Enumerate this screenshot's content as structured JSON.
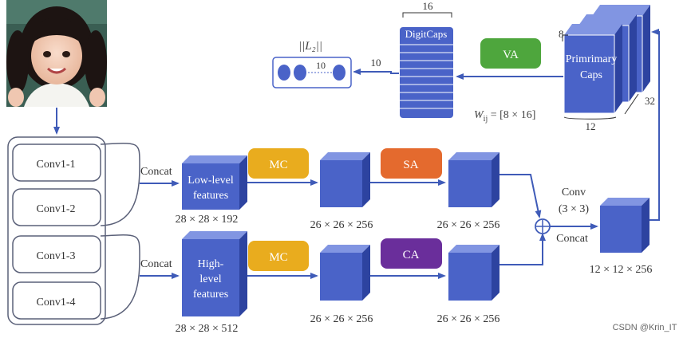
{
  "diagram": {
    "convs": [
      "Conv1-1",
      "Conv1-2",
      "Conv1-3",
      "Conv1-4"
    ],
    "concat_top": "Concat",
    "concat_bottom": "Concat",
    "low_level": {
      "line1": "Low-level",
      "line2": "features",
      "dims": "28 × 28 × 192"
    },
    "high_level": {
      "line1": "High-",
      "line2": "level",
      "line3": "features",
      "dims": "28 × 28 × 512"
    },
    "mc_top": "MC",
    "mc_bottom": "MC",
    "sa": "SA",
    "ca": "CA",
    "dims_mid_top": "26 × 26 × 256",
    "dims_mid_bottom": "26 × 26 × 256",
    "dims_right_top": "26 × 26 × 256",
    "dims_right_bottom": "26 × 26 × 256",
    "conv_label": "Conv",
    "conv_kernel": "(3 × 3)",
    "concat_merge": "Concat",
    "final_dims": "12 × 12 × 256",
    "primary_caps": {
      "line1": "Primrimary",
      "line2": "Caps",
      "num_8": "8",
      "num_12": "12",
      "num_32": "32"
    },
    "va": "VA",
    "digit_caps": {
      "label": "DigitCaps",
      "num_16": "16"
    },
    "wij": {
      "w": "W",
      "sub": "ij",
      "rest": " = [8 × 16]"
    },
    "output": {
      "norm": "||L₂||",
      "inner": "10",
      "outer": "10"
    },
    "colors": {
      "cube_front": "#4a63c8",
      "cube_top": "#8195e2",
      "cube_side": "#2d43a0",
      "mc": "#e9ac1e",
      "sa": "#e46a2e",
      "ca": "#6a2e9b",
      "va": "#4ea63d",
      "arrow": "#3f5bb8"
    }
  },
  "photo": {
    "alt": "portrait-photo"
  },
  "watermark": "CSDN @Krin_IT"
}
